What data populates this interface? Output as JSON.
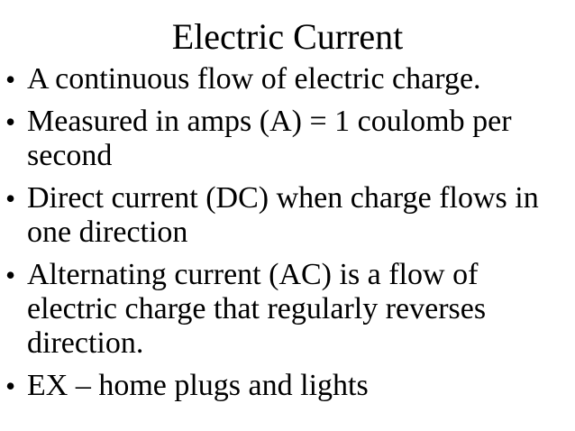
{
  "slide": {
    "title": "Electric Current",
    "bullet_glyph": "•",
    "bullets": [
      {
        "text": "A continuous flow of electric charge."
      },
      {
        "text": "Measured in amps (A) = 1 coulomb per\nsecond"
      },
      {
        "text": "Direct current (DC) when charge flows in\none direction"
      },
      {
        "text": "Alternating current (AC) is a flow of\nelectric charge that regularly reverses\ndirection."
      },
      {
        "text": "EX – home plugs and lights"
      }
    ],
    "colors": {
      "background": "#ffffff",
      "text": "#000000"
    }
  }
}
